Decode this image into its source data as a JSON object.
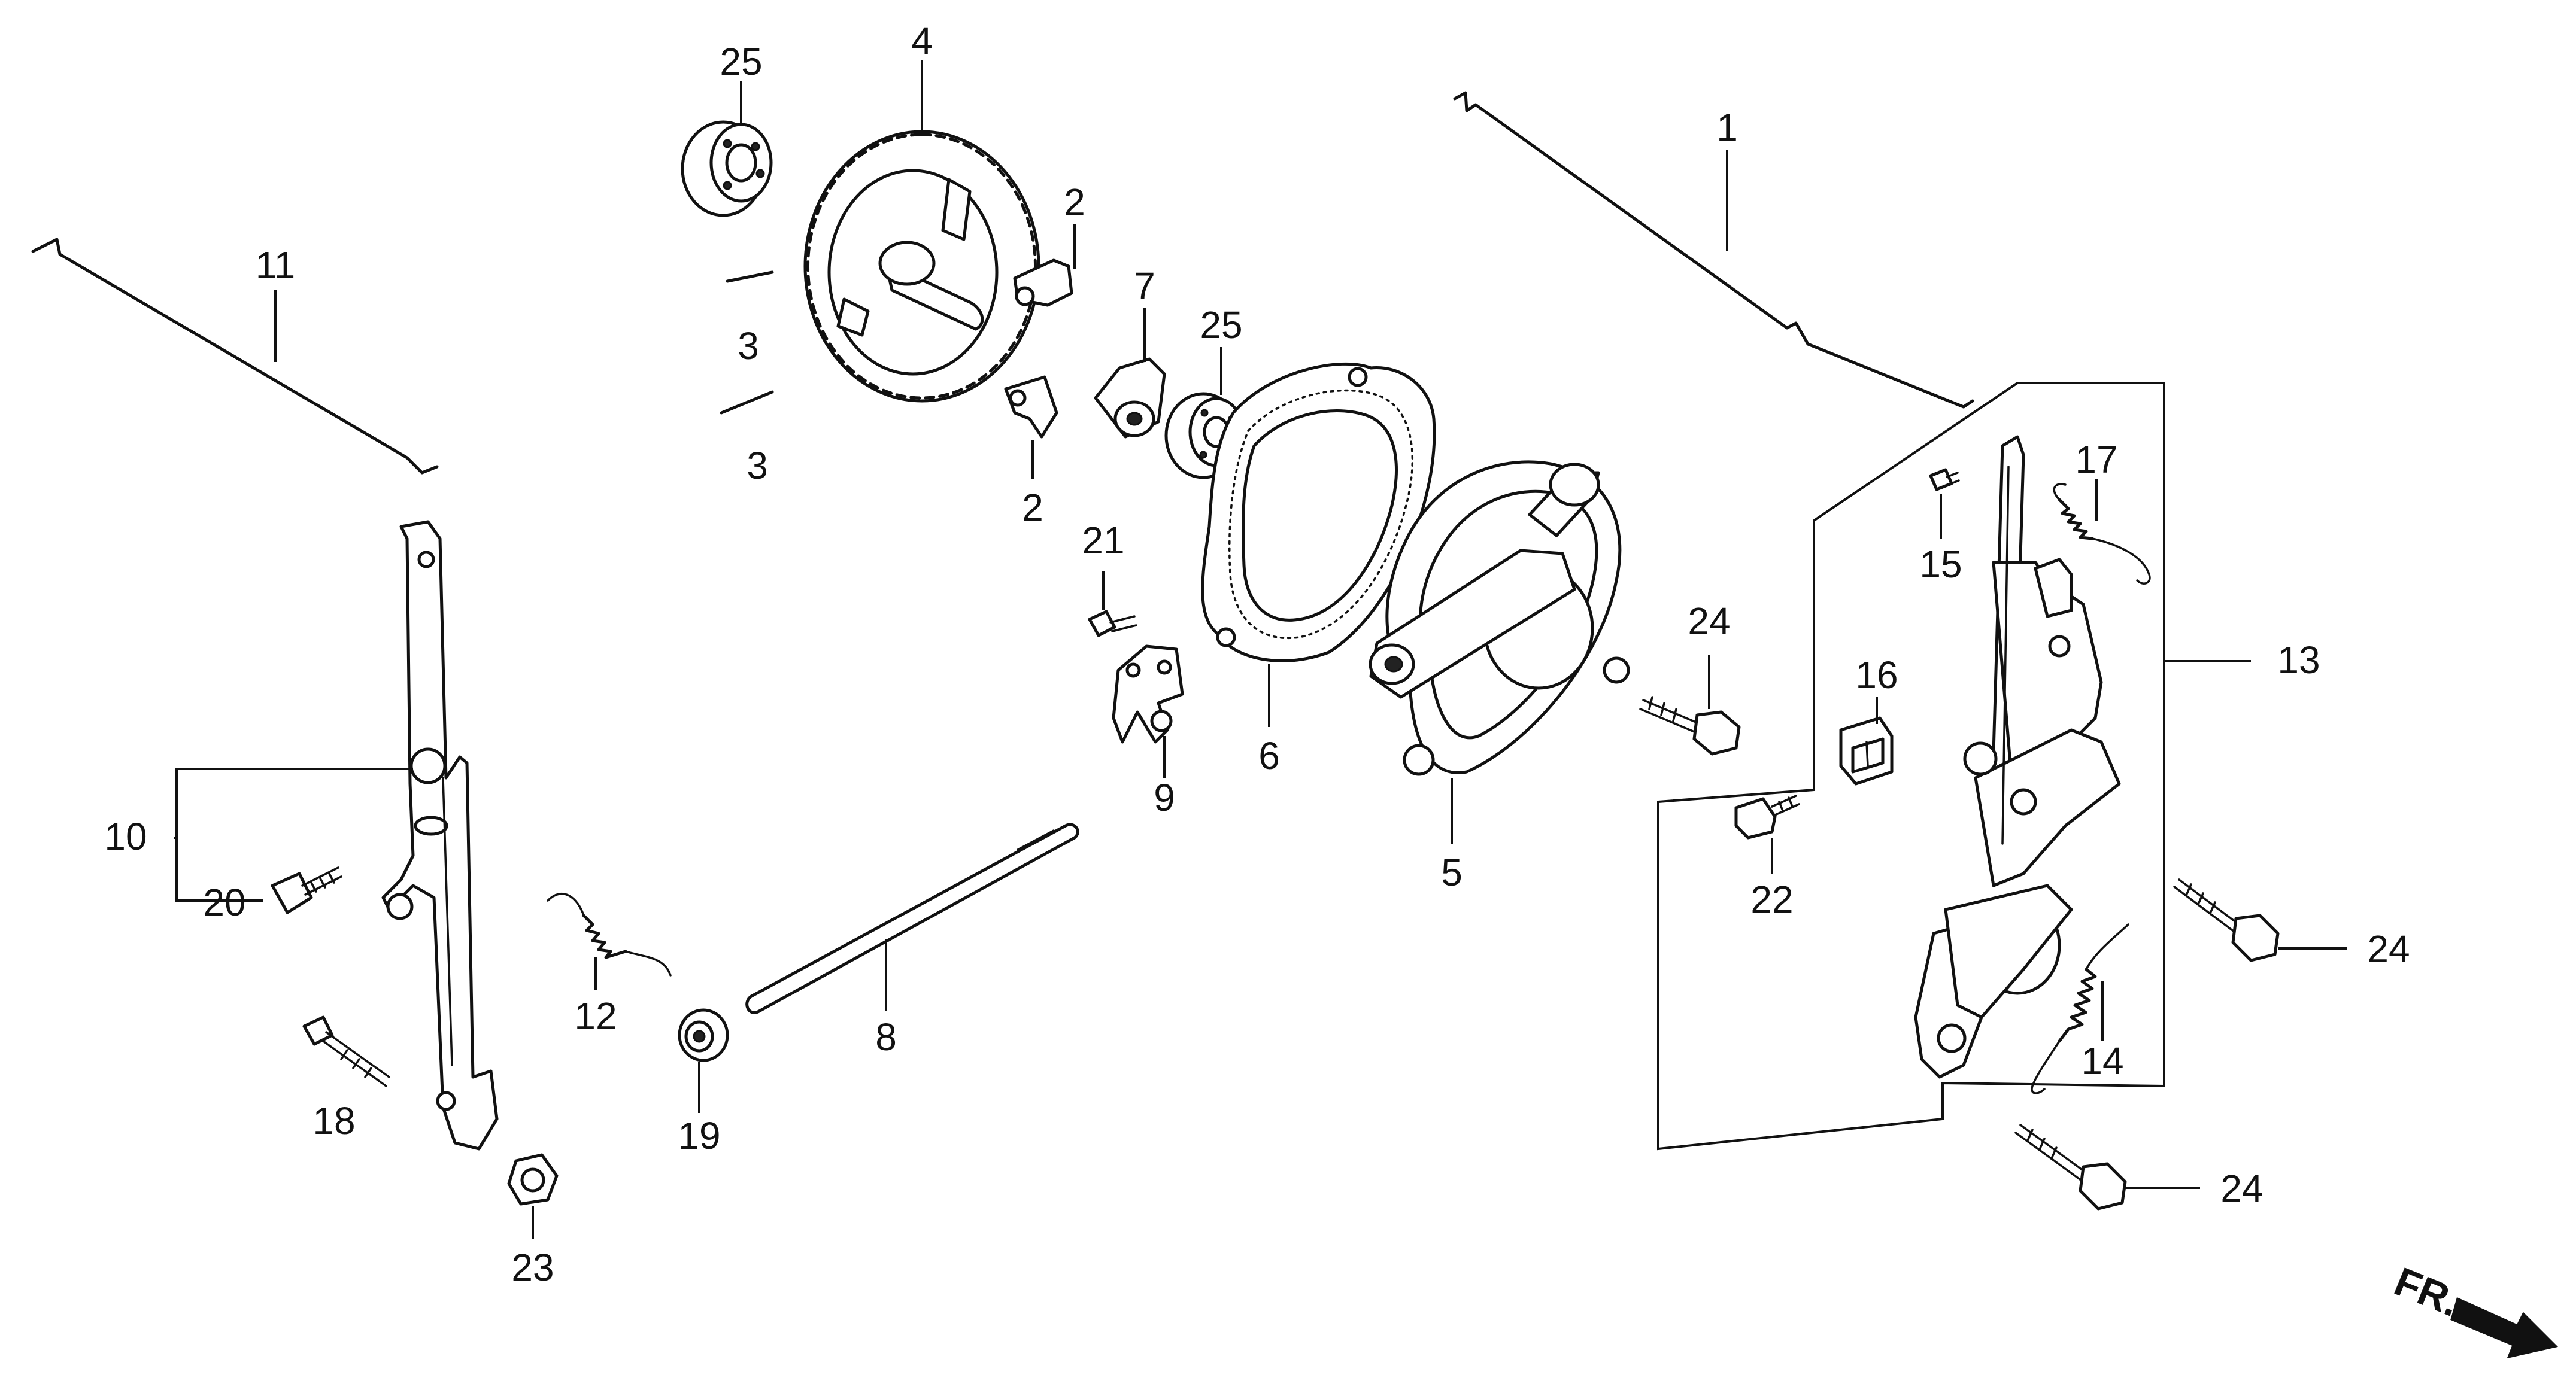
{
  "diagram": {
    "type": "exploded-parts-diagram",
    "direction_label": "FR.",
    "callouts": {
      "c1": "1",
      "c2a": "2",
      "c2b": "2",
      "c3a": "3",
      "c3b": "3",
      "c4": "4",
      "c5": "5",
      "c6": "6",
      "c7": "7",
      "c8": "8",
      "c9": "9",
      "c10": "10",
      "c11": "11",
      "c12": "12",
      "c13": "13",
      "c14": "14",
      "c15": "15",
      "c16": "16",
      "c17": "17",
      "c18": "18",
      "c19": "19",
      "c20": "20",
      "c21": "21",
      "c22": "22",
      "c23": "23",
      "c24a": "24",
      "c24b": "24",
      "c24c": "24",
      "c25a": "25",
      "c25b": "25"
    }
  }
}
